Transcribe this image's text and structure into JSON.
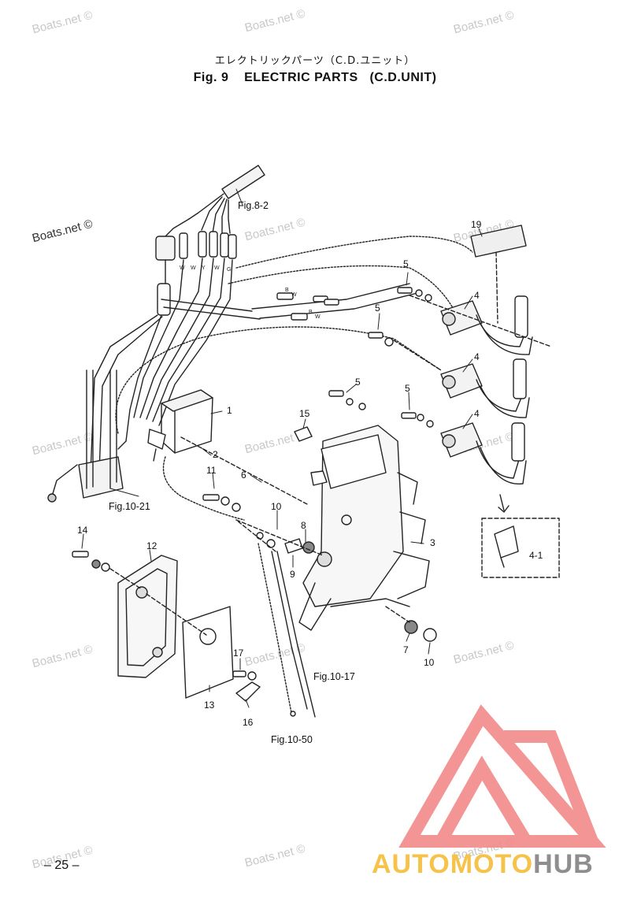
{
  "title_jp": "エレクトリックパーツ（C.D.ユニット）",
  "title_en": "Fig. 9    ELECTRIC PARTS   (C.D.UNIT)",
  "watermark": "Boats.net ©",
  "page_number": "– 25 –",
  "logo": {
    "part1": "AUTOMOTO",
    "part2": "HUB",
    "accent": "#f2b63a",
    "red": "#f28a8a",
    "grey": "#8e8e8e"
  },
  "references": {
    "fig_8_2": "Fig.8-2",
    "fig_10_21": "Fig.10-21",
    "fig_10_17": "Fig.10-17",
    "fig_10_50": "Fig.10-50"
  },
  "callouts": [
    "1",
    "2",
    "3",
    "4",
    "4",
    "4",
    "4-1",
    "5",
    "5",
    "5",
    "5",
    "6",
    "7",
    "8",
    "9",
    "10",
    "10",
    "11",
    "12",
    "13",
    "14",
    "15",
    "16",
    "17",
    "19"
  ],
  "wire_codes": [
    "W",
    "W",
    "Y",
    "W",
    "G",
    "B",
    "W",
    "B",
    "W"
  ]
}
